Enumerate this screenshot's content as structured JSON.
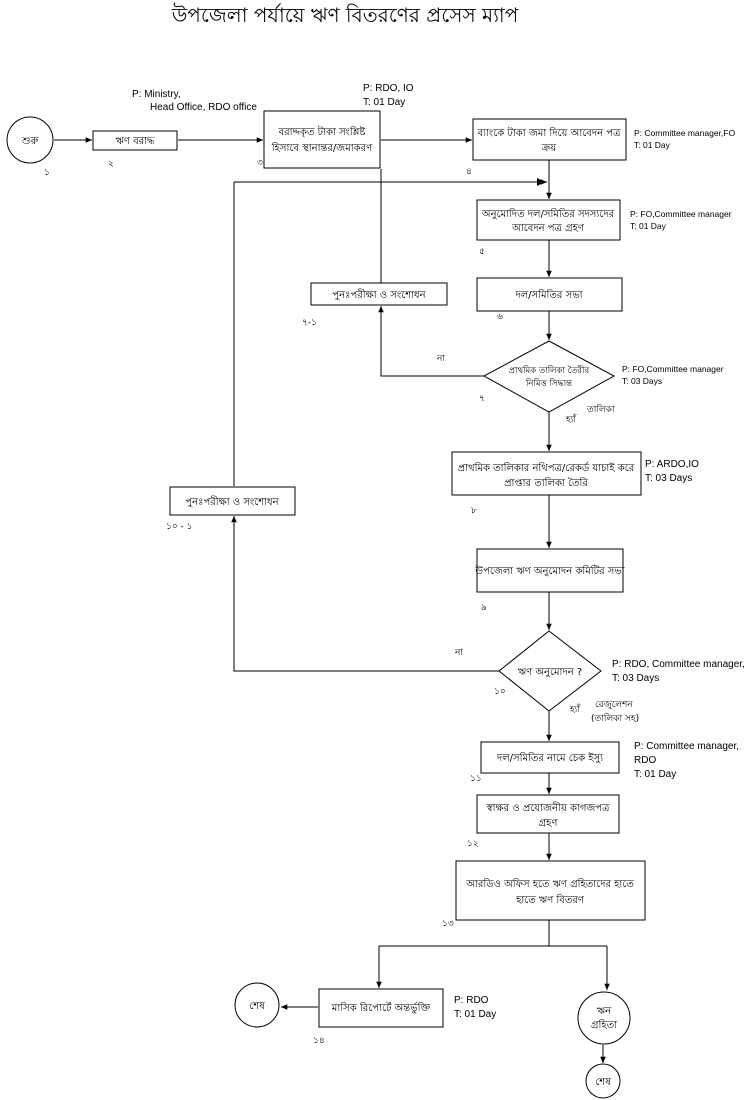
{
  "title": "উপজেলা পর্যায়ে ঋণ বিতরণের প্রসেস ম্যাপ",
  "nodes": {
    "start": "শুরু",
    "allocation": "ঋণ বরাদ্ধ",
    "transfer": [
      "বরাদ্দকৃত টাকা সংশ্লিষ্ট",
      "হিসাবে স্থানান্তর/জমাকরণ"
    ],
    "bank_deposit": [
      "ব্যাংকে টাকা জমা দিয়ে আবেদন পত্র",
      "ক্রয়"
    ],
    "receive_application": [
      "অনুমোদিত দল/সমিতির সদস্যদের",
      "আবেদন পত্র গ্রহণ"
    ],
    "group_meeting": "দল/সমিতির সভা",
    "recheck_1": "পুনঃপরীক্ষা ও সংশোধন",
    "decision_list": [
      "প্রাথমিক তালিকা তৈরীর",
      "নিমিত্ত সিদ্ধান্ত"
    ],
    "verify_docs": [
      "প্রাথমিক তালিকার নথিপত্র/রেকর্ড যাচাই করে",
      "প্রাপ্তার তালিকা তৈরি"
    ],
    "upazila_meeting": "উপজেলা ঋণ অনুমোদন কমিটির সভা",
    "recheck_2": "পুনঃপরীক্ষা ও সংশোধন",
    "loan_approval": "ঋণ অনুমোদন ?",
    "cheque_issue": "দল/সমিতির নামে চেক ইস্যু",
    "signature": [
      "স্বাক্ষর ও প্রয়োজনীয় কাগজপত্র",
      "গ্রহণ"
    ],
    "disbursement": [
      "আরডিও অফিস হতে ঋণ  গ্রহিতাদের হাতে",
      "হাতে ঋণ  বিতরণ"
    ],
    "monthly_report": "মাসিক রিপোর্টে অন্তর্ভুক্তি",
    "end_left": "শেষ",
    "borrower": [
      "ঋন",
      "গ্রহিতা"
    ],
    "end_bottom": "শেষ"
  },
  "step_numbers": {
    "n1": "১",
    "n2": "২",
    "n3": "৩",
    "n4": "৪",
    "n5": "৫",
    "n6": "৬",
    "n7_1": "৭-১",
    "n7": "৭",
    "n8": "৮",
    "n9": "৯",
    "n10_1": "১০ - ১",
    "n10": "১০",
    "n11": "১১",
    "n12": "১২",
    "n13": "১৩",
    "n14": "১৪"
  },
  "annotations": {
    "ministry": [
      "P:  Ministry,",
      "Head Office, RDO office"
    ],
    "rdo_io": [
      "P:  RDO, IO",
      "T:  01 Day"
    ],
    "committee_fo": [
      "P:  Committee manager,FO",
      "T:  01 Day"
    ],
    "fo_committee_5": [
      "P:  FO,Committee manager",
      "T:  01 Day"
    ],
    "fo_committee_7": [
      "P:  FO,Committee manager",
      "T:  03 Days"
    ],
    "ardo_io": [
      "P: ARDO,IO",
      "T:  03 Days"
    ],
    "rdo_committee": [
      "P: RDO, Committee manager,",
      "T:  03 Days"
    ],
    "committee_rdo": [
      "P: Committee manager,",
      "RDO",
      "T:  01 Day"
    ],
    "rdo_14": [
      "P: RDO",
      "T:  01 Day"
    ]
  },
  "edge_labels": {
    "no_7": "না",
    "yes_7": "হ্যাঁ",
    "list_7": "তালিকা",
    "no_10": "না",
    "yes_10": "হ্যাঁ",
    "regulation": [
      "রেজুলেশন",
      "(তালিকা সহ)"
    ]
  }
}
